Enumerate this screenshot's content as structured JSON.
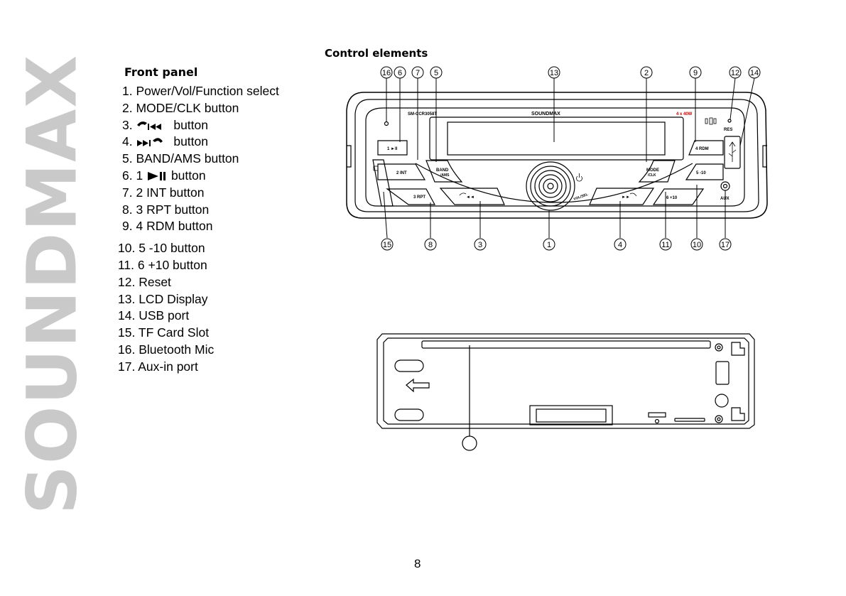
{
  "brand": {
    "vertical_text": "SOUNDMAX"
  },
  "front_panel": {
    "title": "Front panel",
    "items": [
      {
        "prefix": "1. ",
        "label": "Power/Vol/Function select"
      },
      {
        "prefix": "2. ",
        "label": "MODE/CLK button"
      },
      {
        "prefix": "3. ",
        "icon": "call-answer-prev-icon",
        "label": "button"
      },
      {
        "prefix": "4. ",
        "icon": "next-call-end-icon",
        "label": "button"
      },
      {
        "prefix": "5. ",
        "label": "BAND/AMS button"
      },
      {
        "prefix": "6. 1 ",
        "icon": "play-pause-icon",
        "label": "button"
      },
      {
        "prefix": "7. ",
        "label": "2 INT button"
      },
      {
        "prefix": "8. ",
        "label": "3 RPT button"
      },
      {
        "prefix": "9. ",
        "label": "4 RDM button"
      },
      {
        "prefix": "10. ",
        "label": "5 -10 button"
      },
      {
        "prefix": "11. ",
        "label": "6 +10 button"
      },
      {
        "prefix": "12. ",
        "label": "Reset"
      },
      {
        "prefix": "13. ",
        "label": "LCD Display"
      },
      {
        "prefix": "14. ",
        "label": "USB port"
      },
      {
        "prefix": "15. ",
        "label": "TF Card Slot"
      },
      {
        "prefix": "16. ",
        "label": "Bluetooth Mic"
      },
      {
        "prefix": "17. ",
        "label": "Aux-in port"
      }
    ]
  },
  "control_elements": {
    "title": "Control elements",
    "callouts_top": [
      "16",
      "6",
      "7",
      "5",
      "13",
      "2",
      "9",
      "12",
      "14"
    ],
    "callouts_bottom": [
      "15",
      "8",
      "3",
      "1",
      "4",
      "11",
      "10",
      "17"
    ],
    "panel_labels": {
      "model": "SM-CCR3058T",
      "brand": "SOUNDMAX",
      "power": "4 x 40W",
      "reset": "RES",
      "aux": "AUX",
      "vol_sel": "VOL/SEL",
      "btn_1": "1 ►II",
      "btn_2": "2 INT",
      "btn_3": "3 RPT",
      "btn_4": "4 RDM",
      "btn_5": "5 -10",
      "btn_6": "6 +10",
      "btn_band": "BAND",
      "btn_band_sub": "/AMS",
      "btn_mode": "MODE",
      "btn_mode_sub": "/CLK",
      "btn_prev": "◄◄",
      "btn_next": "►►"
    }
  },
  "page_number": "8"
}
